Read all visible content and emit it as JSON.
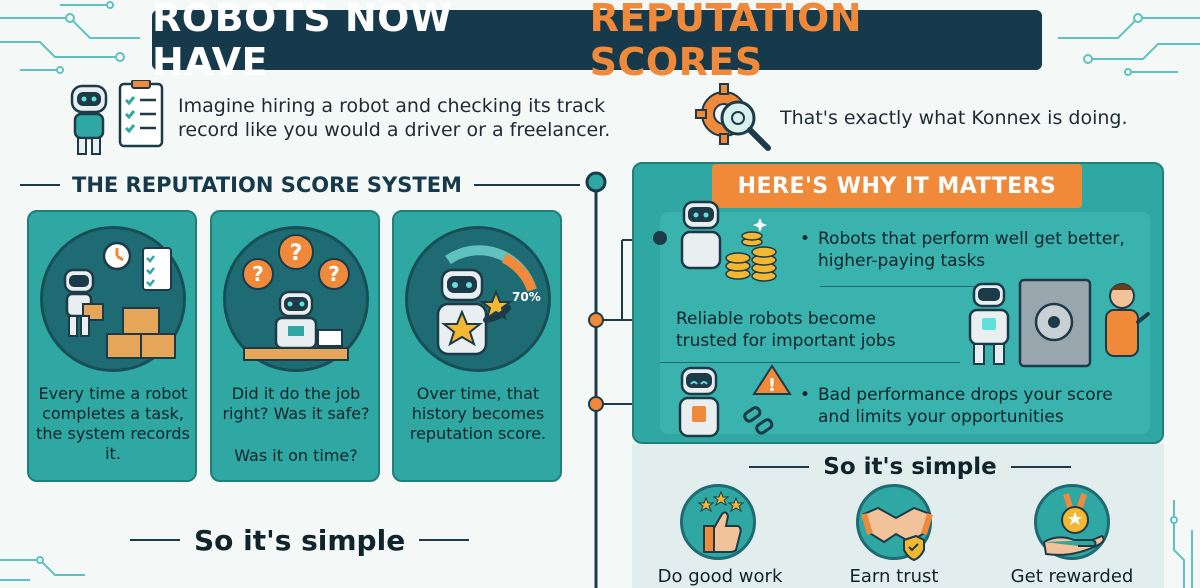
{
  "title": {
    "part1": "ROBOTS NOW HAVE",
    "part2": "REPUTATION SCORES"
  },
  "intro": {
    "text": "Imagine hiring a robot and checking its track record like you would a driver or a freelancer.",
    "icon": "robot-clipboard-icon"
  },
  "konnex": {
    "text": "That's exactly what Konnex is doing.",
    "icon": "gear-magnifier-icon"
  },
  "system": {
    "heading": "THE REPUTATION SCORE SYSTEM",
    "cards": [
      {
        "text": "Every time a robot completes a task, the system records it.",
        "extra": "",
        "icon": "robot-boxes-stopwatch-icon"
      },
      {
        "text": "Did it do the job right? Was it safe?",
        "extra": "Was it on time?",
        "icon": "robot-questions-icon"
      },
      {
        "text": "Over time, that history becomes reputation score.",
        "extra": "",
        "icon": "robot-star-gauge-icon",
        "gauge_label": "70%"
      }
    ],
    "simple_label": "So it's simple"
  },
  "matters": {
    "heading": "HERE'S WHY IT MATTERS",
    "items": [
      {
        "text": "Robots that perform well get better, higher-paying tasks",
        "bullet": "•",
        "icon": "robot-coins-icon"
      },
      {
        "text": "Reliable robots become trusted for important jobs",
        "bullet": "",
        "icon": "robot-vault-person-icon"
      },
      {
        "text": "Bad performance drops your score and limits your opportunities",
        "bullet": "•",
        "icon": "sad-robot-warning-icon"
      }
    ]
  },
  "simple": {
    "heading": "So it's simple",
    "steps": [
      {
        "label": "Do good work",
        "icon": "thumbs-up-stars-icon"
      },
      {
        "label": "Earn trust",
        "icon": "handshake-shield-icon"
      },
      {
        "label": "Get rewarded",
        "icon": "hand-medal-icon"
      }
    ]
  },
  "colors": {
    "navy": "#163a4c",
    "orange": "#f08a3a",
    "teal": "#2fa7a3",
    "dark_teal": "#1f6b73"
  }
}
